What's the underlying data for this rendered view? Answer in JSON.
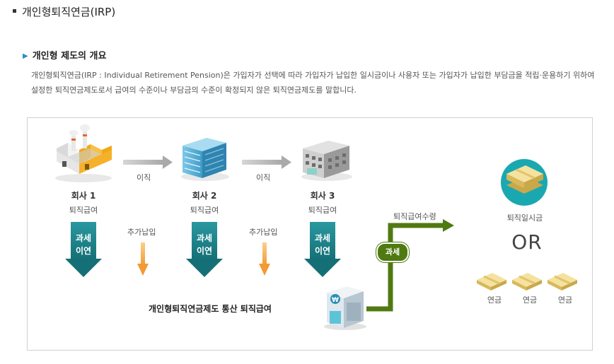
{
  "page_title": "개인형퇴직연금(IRP)",
  "section_title": "개인형 제도의 개요",
  "description": "개인형퇴직연금(IRP : Individual Retirement Pension)은 가입자가 선택에 따라 가입자가 납입한 일시금이나 사용자 또는 가입자가 납입한 부담금을 적립·운용하기 위하여 설정한 퇴직연금제도로서 급여의 수준이나 부담금의 수준이 확정되지 않은 퇴직연금제도를 말합니다.",
  "diagram": {
    "companies": [
      {
        "name": "회사 1",
        "sub": "퇴직급여"
      },
      {
        "name": "회사 2",
        "sub": "퇴직급여"
      },
      {
        "name": "회사 3",
        "sub": "퇴직급여"
      }
    ],
    "transfer_label": "이직",
    "extra_payment_label": "추가납입",
    "tax_deferral_line1": "과세",
    "tax_deferral_line2": "이연",
    "tax_label": "과세",
    "benefit_receipt_label": "퇴직급여수령",
    "lump_sum_label": "퇴직일시금",
    "or_label": "OR",
    "annuity_label": "연금",
    "irp_box_label": "개인형퇴직연금제도 통산 퇴직급여",
    "colors": {
      "teal_arrow": "#1a7e86",
      "orange_arrow": "#f5a84a",
      "green_path": "#4f7a12",
      "gray_arrow": "#bdbdbd",
      "teal_circle": "#1aa8b0"
    }
  }
}
